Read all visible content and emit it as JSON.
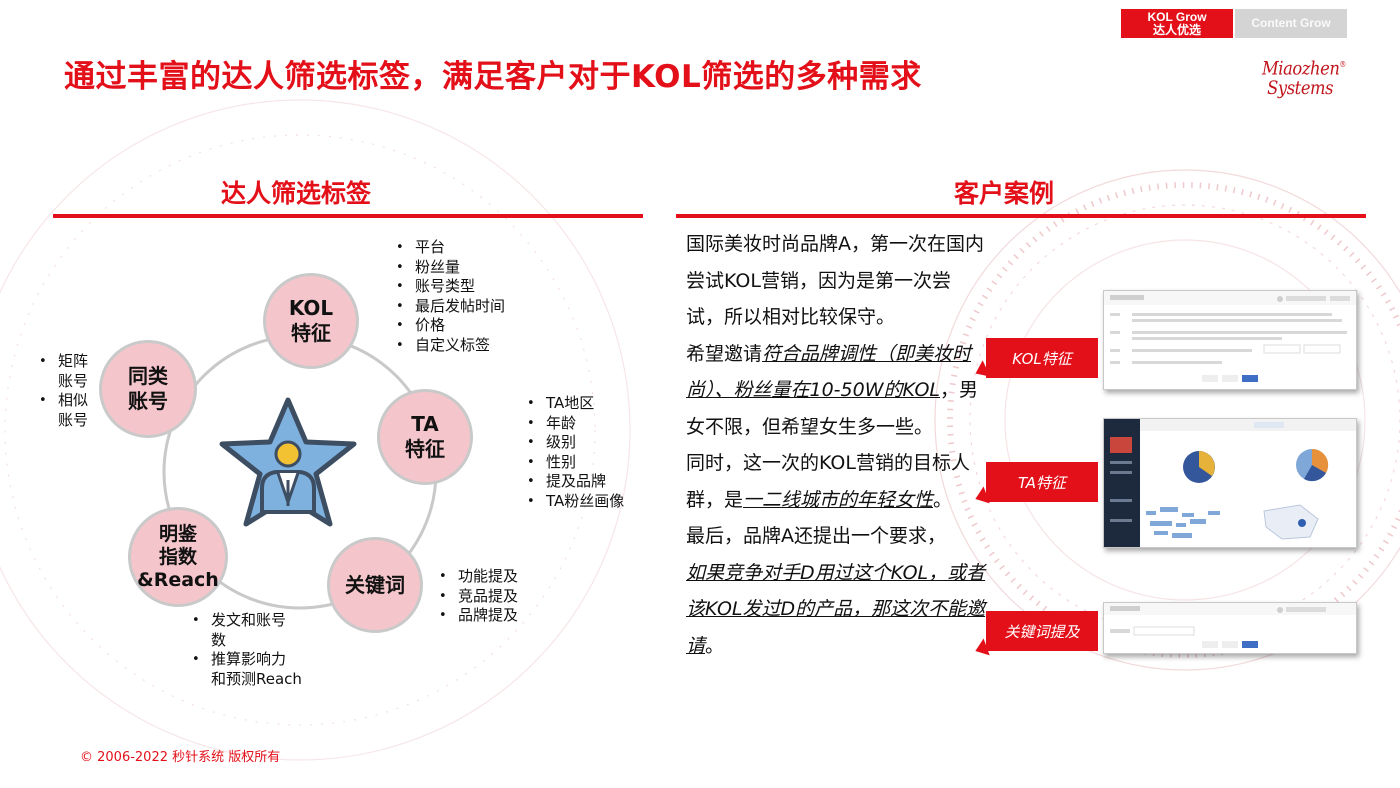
{
  "tabs": {
    "active_line1": "KOL Grow",
    "active_line2": "达人优选",
    "inactive": "Content Grow"
  },
  "logo": {
    "line1": "Miaozhen",
    "line2": "Systems",
    "mark": "®"
  },
  "page_title": "通过丰富的达人筛选标签，满足客户对于KOL筛选的多种需求",
  "left": {
    "title": "达人筛选标签",
    "nodes": {
      "kol": "KOL\n特征",
      "ta": "TA\n特征",
      "keyword": "关键词",
      "mingjian": "明鉴\n指数\n&Reach",
      "tonglei": "同类\n账号"
    },
    "bullets": {
      "kol": [
        "平台",
        "粉丝量",
        "账号类型",
        "最后发帖时间",
        "价格",
        "自定义标签"
      ],
      "ta": [
        "TA地区",
        "年龄",
        "级别",
        "性别",
        "提及品牌",
        "TA粉丝画像"
      ],
      "keyword": [
        "功能提及",
        "竞品提及",
        "品牌提及"
      ],
      "mingjian": [
        "发文和账号\n数",
        "推算影响力\n和预测Reach"
      ],
      "tonglei": [
        "矩阵\n账号",
        "相似\n账号"
      ]
    }
  },
  "right": {
    "title": "客户案例",
    "text": {
      "p1": "国际美妆时尚品牌A，第一次在国内尝试KOL营销，因为是第一次尝试，所以相对比较保守。",
      "p2_pre": "希望邀请",
      "p2_em": "符合品牌调性（即美妆时尚）、粉丝量在10-50W的KOL",
      "p2_post": "，男女不限，但希望女生多一些。",
      "p3_pre": "同时，这一次的KOL营销的目标人群，是",
      "p3_em": "一二线城市的年轻女性",
      "p3_post": "。",
      "p4_pre": "最后，品牌A还提出一个要求，",
      "p4_em": "如果竞争对手D用过这个KOL，或者该KOL发过D的产品，那这次不能邀请",
      "p4_post": "。"
    },
    "labels": {
      "kol": "KOL特征",
      "ta": "TA特征",
      "keyword": "关键词提及"
    }
  },
  "footer": "© 2006-2022 秒针系统 版权所有",
  "colors": {
    "accent": "#e3101a",
    "node_fill": "#f4c6cc",
    "node_border": "#c9c9c9"
  }
}
